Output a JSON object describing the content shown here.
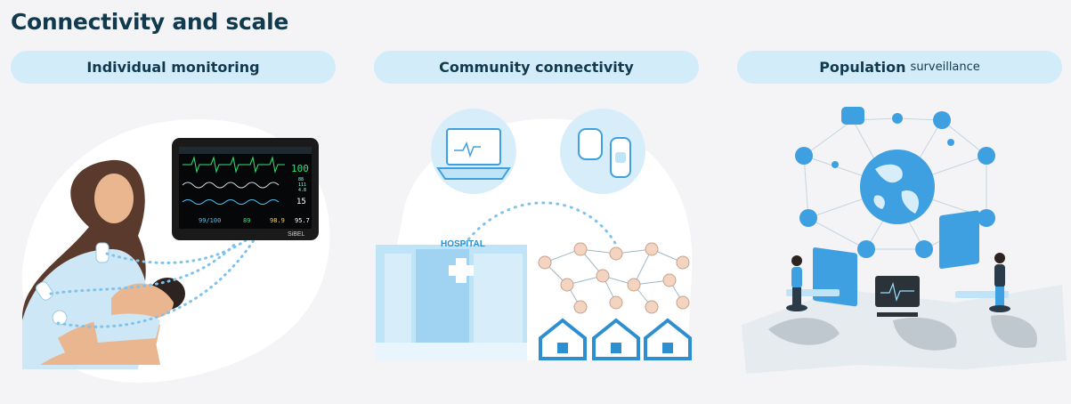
{
  "title": "Connectivity and scale",
  "sections": [
    {
      "label": "Individual monitoring",
      "suffix": ""
    },
    {
      "label": "Community connectivity",
      "suffix": ""
    },
    {
      "label": "Population",
      "suffix": "surveillance"
    }
  ],
  "monitor": {
    "brand": "SiBEL",
    "hr": "100",
    "spo2": "99/100",
    "val_b": "89",
    "temp": "98.9",
    "val_c": "95.7",
    "rr": "15",
    "small1": "88",
    "small2": "111",
    "small3": "4.8"
  },
  "hospital_sign": "HOSPITAL",
  "colors": {
    "dark_navy": "#123a4f",
    "pill": "#d3ecfa",
    "accent_blue": "#3ea0e0",
    "light_blue": "#bfe4f7"
  }
}
